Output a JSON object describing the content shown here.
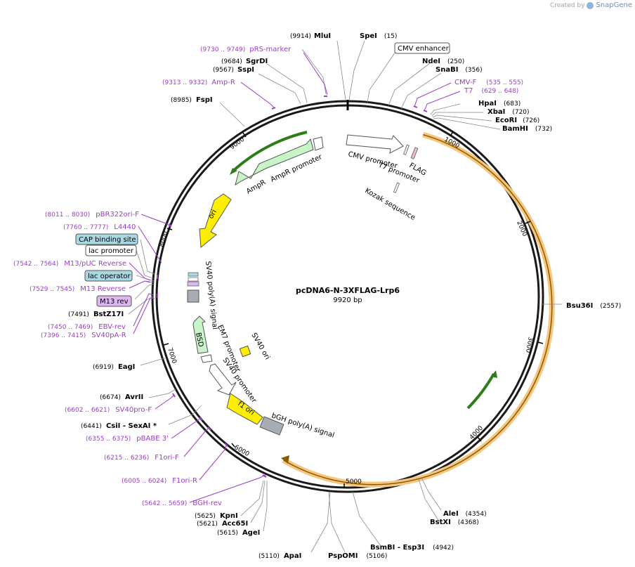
{
  "credit": {
    "created_by": "Created by",
    "brand": "SnapGene"
  },
  "plasmid": {
    "name": "pcDNA6-N-3XFLAG-Lrp6",
    "size_label": "9920 bp",
    "length_bp": 9920
  },
  "ticks": [
    "1000",
    "2000",
    "3000",
    "4000",
    "5000",
    "6000",
    "7000",
    "8000",
    "9000"
  ],
  "enzymes": [
    {
      "name": "MluI",
      "coord": "(9914)"
    },
    {
      "name": "SpeI",
      "coord": "(15)"
    },
    {
      "name": "NdeI",
      "coord": "(250)"
    },
    {
      "name": "SnaBI",
      "coord": "(356)"
    },
    {
      "name": "HpaI",
      "coord": "(683)"
    },
    {
      "name": "XbaI",
      "coord": "(720)"
    },
    {
      "name": "EcoRI",
      "coord": "(726)"
    },
    {
      "name": "BamHI",
      "coord": "(732)"
    },
    {
      "name": "SgrDI",
      "coord": "(9684)"
    },
    {
      "name": "SspI",
      "coord": "(9567)"
    },
    {
      "name": "FspI",
      "coord": "(8985)"
    },
    {
      "name": "Bsu36I",
      "coord": "(2557)"
    },
    {
      "name": "AleI",
      "coord": "(4354)"
    },
    {
      "name": "BstXI",
      "coord": "(4368)"
    },
    {
      "name": "BsmBI - Esp3I",
      "coord": "(4942)"
    },
    {
      "name": "ApaI",
      "coord": "(5110)"
    },
    {
      "name": "PspOMI",
      "coord": "(5106)"
    },
    {
      "name": "KpnI",
      "coord": "(5625)"
    },
    {
      "name": "Acc65I",
      "coord": "(5621)"
    },
    {
      "name": "AgeI",
      "coord": "(5615)"
    },
    {
      "name": "CsiI - SexAI *",
      "coord": "(6441)"
    },
    {
      "name": "AvrII",
      "coord": "(6674)"
    },
    {
      "name": "EagI",
      "coord": "(6919)"
    },
    {
      "name": "BstZ17I",
      "coord": "(7491)"
    }
  ],
  "primers": [
    {
      "name": "pRS-marker",
      "coord": "(9730 .. 9749)"
    },
    {
      "name": "Amp-R",
      "coord": "(9313 .. 9332)"
    },
    {
      "name": "CMV-F",
      "coord": "(535 .. 555)"
    },
    {
      "name": "T7",
      "coord": "(629 .. 648)"
    },
    {
      "name": "pBR322ori-F",
      "coord": "(8011 .. 8030)"
    },
    {
      "name": "L4440",
      "coord": "(7760 .. 7777)"
    },
    {
      "name": "M13/pUC Reverse",
      "coord": "(7542 .. 7564)"
    },
    {
      "name": "M13 Reverse",
      "coord": "(7529 .. 7545)"
    },
    {
      "name": "EBV-rev",
      "coord": "(7450 .. 7469)"
    },
    {
      "name": "SV40pA-R",
      "coord": "(7396 .. 7415)"
    },
    {
      "name": "SV40pro-F",
      "coord": "(6602 .. 6621)"
    },
    {
      "name": "pBABE 3'",
      "coord": "(6355 .. 6375)"
    },
    {
      "name": "F1ori-F",
      "coord": "(6215 .. 6236)"
    },
    {
      "name": "F1ori-R",
      "coord": "(6005 .. 6024)"
    },
    {
      "name": "BGH-rev",
      "coord": "(5642 .. 5659)"
    }
  ],
  "boxed_features": [
    {
      "name": "CMV enhancer"
    },
    {
      "name": "CAP binding site"
    },
    {
      "name": "lac promoter"
    },
    {
      "name": "lac operator"
    },
    {
      "name": "M13 rev"
    }
  ],
  "features": [
    {
      "name": "CMV promoter"
    },
    {
      "name": "FLAG"
    },
    {
      "name": "T7 promoter"
    },
    {
      "name": "Kozak sequence"
    },
    {
      "name": "AmpR"
    },
    {
      "name": "AmpR promoter"
    },
    {
      "name": "ori"
    },
    {
      "name": "SV40 poly(A) signal"
    },
    {
      "name": "BSD"
    },
    {
      "name": "EM7 promoter"
    },
    {
      "name": "SV40 ori"
    },
    {
      "name": "SV40 promoter"
    },
    {
      "name": "f1 ori"
    },
    {
      "name": "bGH poly(A) signal"
    }
  ],
  "colors": {
    "backbone": "#1a1a1a",
    "enzyme_text": "#000000",
    "primer": "#9b3dc8",
    "insert_highlight": "#f5c77e",
    "green_arrow": "#2e7d1a",
    "ampr_fill": "#c8f5c8",
    "ori_fill": "#ffee00",
    "cap_box": "#a9d8e3",
    "m13_box": "#dcb8f0",
    "polya_fill": "#a8acb3"
  }
}
